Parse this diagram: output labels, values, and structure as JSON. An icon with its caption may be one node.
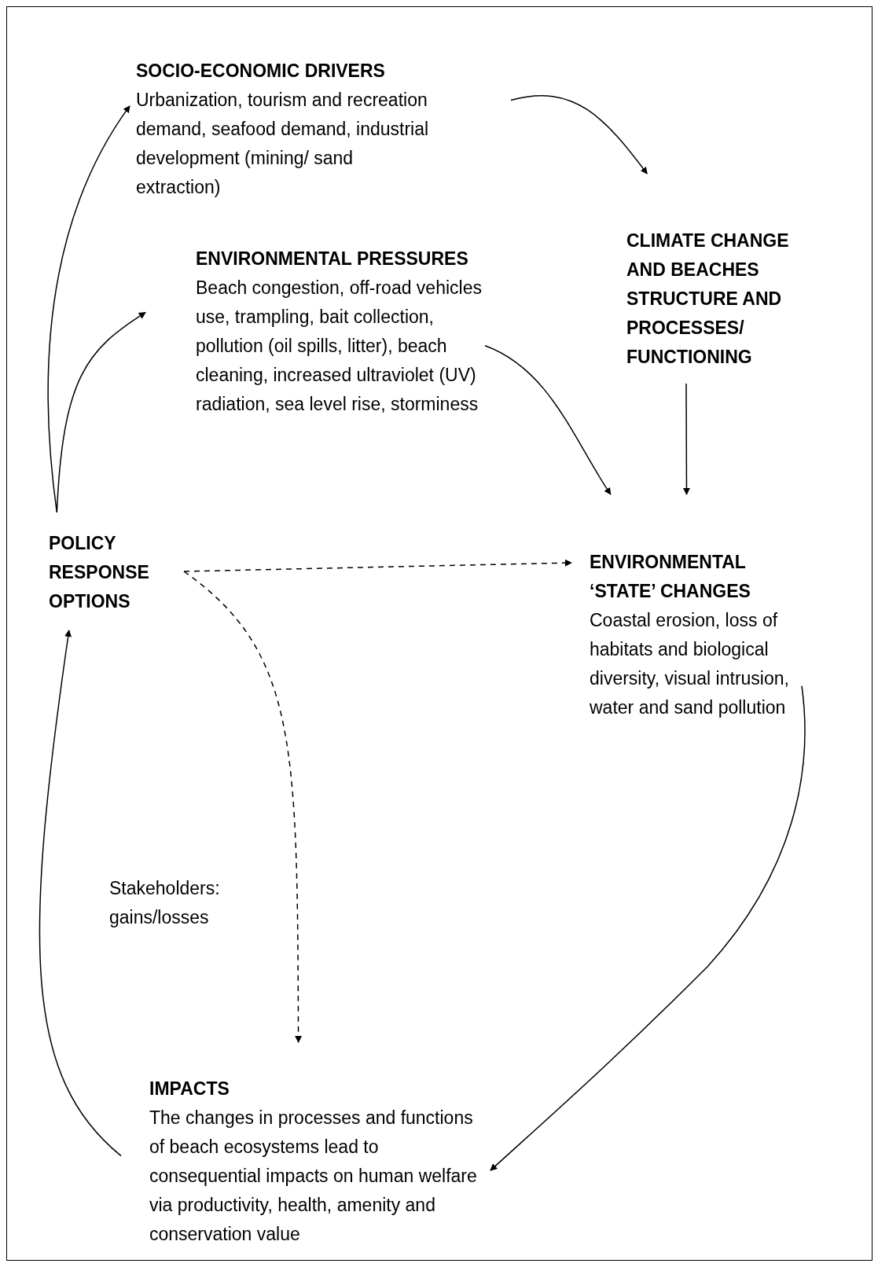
{
  "diagram": {
    "nodes": [
      {
        "text": [
          "SOCIO-ECONOMIC DRIVERS",
          "Urbanization, tourism and recreation demand, seafood demand, industrial development (mining/ sand extraction)"
        ]
      },
      {
        "text": [
          "ENVIRONMENTAL PRESSURES",
          "Beach congestion, off-road vehicles use, trampling, bait collection, pollution (oil spills, litter), beach cleaning, increased ultraviolet (UV) radiation, sea level rise, storminess"
        ]
      },
      {
        "text": [
          "CLIMATE CHANGE AND BEACHES STRUCTURE AND PROCESSES/ FUNCTIONING"
        ]
      },
      {
        "text": [
          "POLICY RESPONSE OPTIONS"
        ]
      },
      {
        "text": [
          "ENVIRONMENTAL ‘STATE’ CHANGES",
          "Coastal erosion, loss of habitats and biological diversity, visual intrusion, water and sand pollution"
        ]
      },
      {
        "text": [
          "IMPACTS",
          "The changes in processes and functions of beach ecosystems lead to consequential impacts on human welfare via productivity, health, amenity and conservation value"
        ]
      }
    ],
    "edges": [
      {
        "from": 3,
        "to": 0,
        "arrow": "to"
      },
      {
        "from": 3,
        "to": 1,
        "arrow": "to"
      },
      {
        "from": 0,
        "to": 2,
        "arrow": "to"
      },
      {
        "from": 2,
        "to": 4,
        "arrow": "to"
      },
      {
        "from": 1,
        "to": 4,
        "arrow": "to"
      },
      {
        "from": 3,
        "to": 4,
        "arrow": "to",
        "style": "dashed"
      },
      {
        "from": 3,
        "to": 5,
        "arrow": "to",
        "style": "dashed",
        "label": "Stakeholders: gains/losses"
      },
      {
        "from": 4,
        "to": 5,
        "arrow": "to"
      },
      {
        "from": 5,
        "to": 3,
        "arrow": "to"
      }
    ]
  }
}
